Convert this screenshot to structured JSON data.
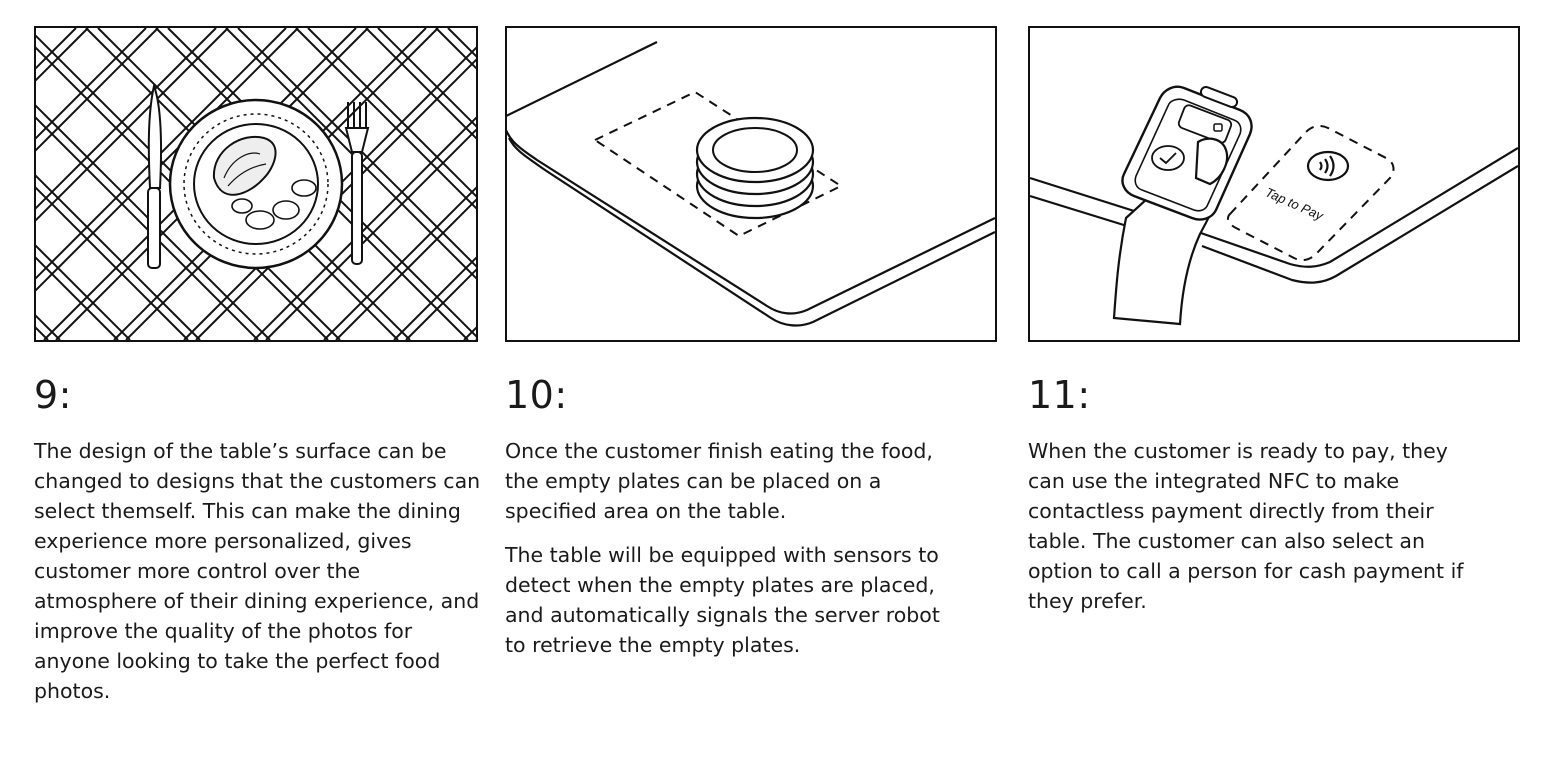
{
  "panels": [
    {
      "number": "9:",
      "illustration": "plaid-table-with-steak-plate-icon",
      "paragraphs": [
        "The design of the table’s surface can be changed to designs that the customers can select themself. This can make the dining experience more personalized, gives customer more control over the atmosphere of their dining experience, and improve the quality of the photos for anyone looking to take the perfect food photos."
      ]
    },
    {
      "number": "10:",
      "illustration": "stacked-plates-on-table-zone-icon",
      "paragraphs": [
        "Once the customer finish eating the food, the empty plates can be placed on a specified area on the table.",
        "The table will be equipped with sensors to detect when the empty plates are placed, and automatically signals the server robot to retrieve the empty plates."
      ]
    },
    {
      "number": "11:",
      "illustration": "phone-tap-to-pay-icon",
      "tap_label": "Tap to Pay",
      "paragraphs": [
        "When the customer is ready to pay, they can use the integrated NFC to make contactless payment directly from their table. The customer can also select an option to call a person for cash payment if they prefer."
      ]
    }
  ]
}
